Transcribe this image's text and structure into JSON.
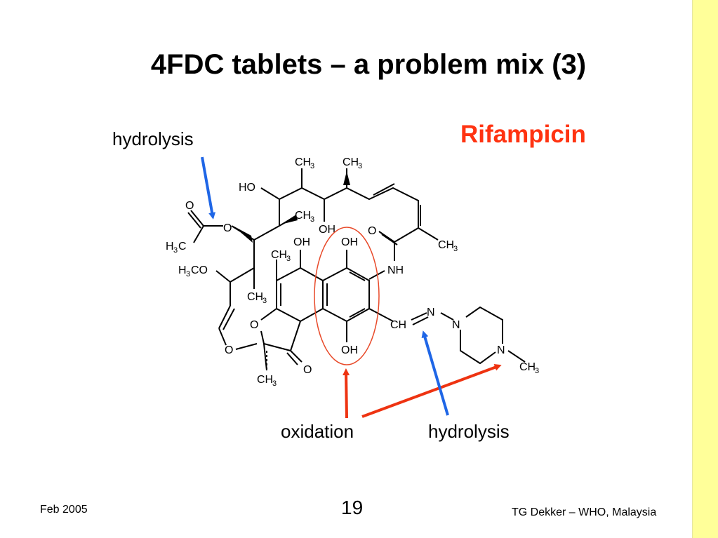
{
  "slide": {
    "title": "4FDC tablets – a problem mix (3)",
    "drug_name": "Rifampicin",
    "drug_name_color": "#ff3311",
    "annotations": {
      "hydrolysis_top": "hydrolysis",
      "oxidation": "oxidation",
      "hydrolysis_bottom": "hydrolysis"
    },
    "colors": {
      "blue_arrow": "#1f66e6",
      "red_arrow": "#ee3311",
      "side_strip": "#ffff99"
    }
  },
  "molecule": {
    "labels": {
      "ch3_1": "CH",
      "ch3_2": "CH",
      "ho_top": "HO",
      "ch3_mid": "CH",
      "oh_mid": "OH",
      "o_carbonyl": "O",
      "o_ester": "O",
      "h3c": "H",
      "oh_left": "OH",
      "oh_right": "OH",
      "ch3_ring": "CH",
      "o_amide": "O",
      "ch3_right": "CH",
      "nh": "NH",
      "h3co": "H",
      "ch3_low": "CH",
      "o_ring": "O",
      "ch_imine": "CH",
      "n_imine": "N",
      "n_pip1": "N",
      "n_pip2": "N",
      "ch3_pip": "CH",
      "oh_bottom": "OH",
      "o_furan": "O",
      "o_lactone": "O",
      "ch3_bottom": "CH",
      "sub3": "3",
      "co": "CO",
      "c": "C"
    }
  },
  "footer": {
    "date": "Feb 2005",
    "page": "19",
    "author": "TG Dekker – WHO, Malaysia"
  }
}
